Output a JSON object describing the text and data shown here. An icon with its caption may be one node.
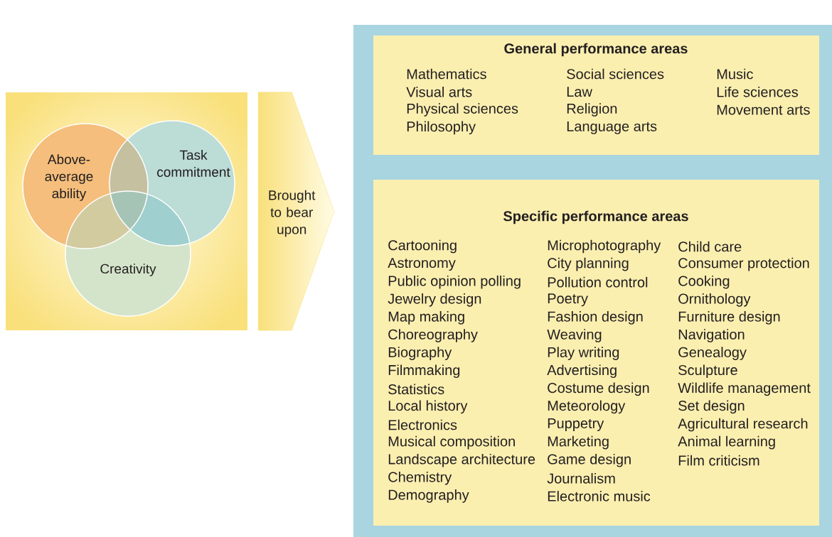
{
  "diagram": {
    "nodes": [
      {
        "text": [],
        "shape": "box"
      },
      {
        "text": [
          "Above- average ability"
        ],
        "in": 0
      },
      {
        "text": [
          "Task commitment"
        ],
        "in": 0
      },
      {
        "text": [
          "Creativity"
        ],
        "in": 0
      },
      {
        "text": [],
        "shape": "box"
      },
      {
        "text": [
          "General performance areas",
          "Mathematics",
          "Visual arts",
          "Physical sciences",
          "Philosophy",
          "Social sciences",
          "Law",
          "Religion",
          "Language arts",
          "Music",
          "Life sciences",
          "Movement arts"
        ],
        "in": 4
      },
      {
        "text": [
          "Specific performance areas",
          "Cartooning",
          "Astronomy",
          "Public opinion polling",
          "Jewelry design",
          "Map making",
          "Choreography",
          "Biography",
          "Filmmaking",
          "Statistics",
          "Local history",
          "Electronics",
          "Musical composition",
          "Landscape architecture",
          "Chemistry",
          "Demography",
          "Microphotography",
          "City planning",
          "Pollution control",
          "Poetry",
          "Fashion design",
          "Weaving",
          "Play writing",
          "Advertising",
          "Costume design",
          "Meteorology",
          "Puppetry",
          "Marketing",
          "Game design",
          "Journalism",
          "Electronic music",
          "Child care",
          "Consumer protection",
          "Cooking",
          "Ornithology",
          "Furniture design",
          "Navigation",
          "Genealogy",
          "Sculpture",
          "Wildlife management",
          "Set design",
          "Agricultural research",
          "Animal learning",
          "Film criticism"
        ],
        "in": 4
      }
    ],
    "edges": [
      {
        "from": 0,
        "to": 4,
        "arrow": "to",
        "label": "Brought to bear upon"
      }
    ]
  }
}
